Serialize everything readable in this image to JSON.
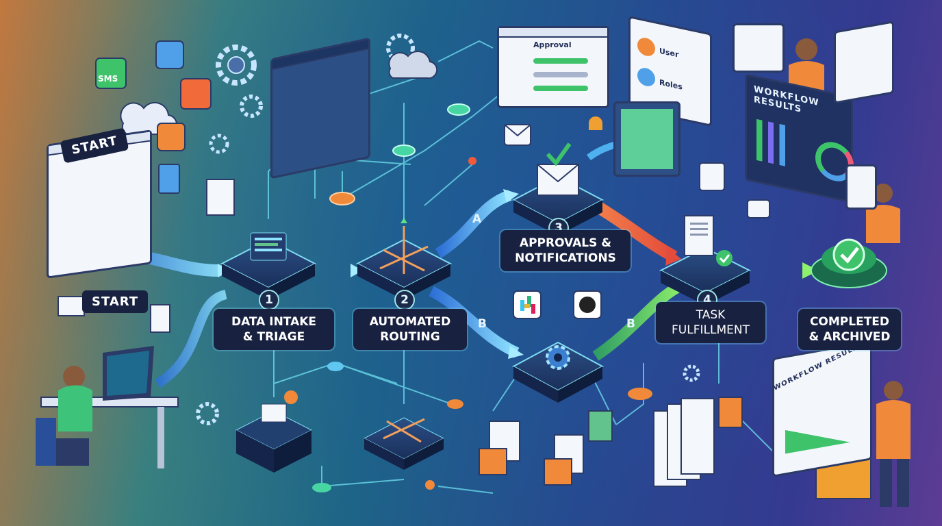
{
  "start_labels": [
    "START",
    "START"
  ],
  "steps": [
    {
      "number": "1",
      "label": "DATA INTAKE\n& TRIAGE"
    },
    {
      "number": "2",
      "label": "AUTOMATED\nROUTING"
    },
    {
      "number": "3",
      "label": "APPROVALS &\nNOTIFICATIONS"
    },
    {
      "number": "4",
      "label": "TASK\nFULFILLMENT"
    },
    {
      "number": "",
      "label": "COMPLETED\n& ARCHIVED"
    }
  ],
  "branches": {
    "a": "A",
    "b1": "B",
    "b2": "B"
  },
  "approval_panel": {
    "title": "Approval"
  },
  "user_panel": {
    "user": "User",
    "roles": "Roles"
  },
  "results": {
    "main": "WORKFLOW RESULTS",
    "secondary": "WORKFLOW RESULTS"
  },
  "sms_label": "SMS",
  "colors": {
    "accent_cyan": "#58d7e6",
    "accent_green": "#3ec36b",
    "accent_red": "#e5573d",
    "label_bg": "#18213f"
  }
}
